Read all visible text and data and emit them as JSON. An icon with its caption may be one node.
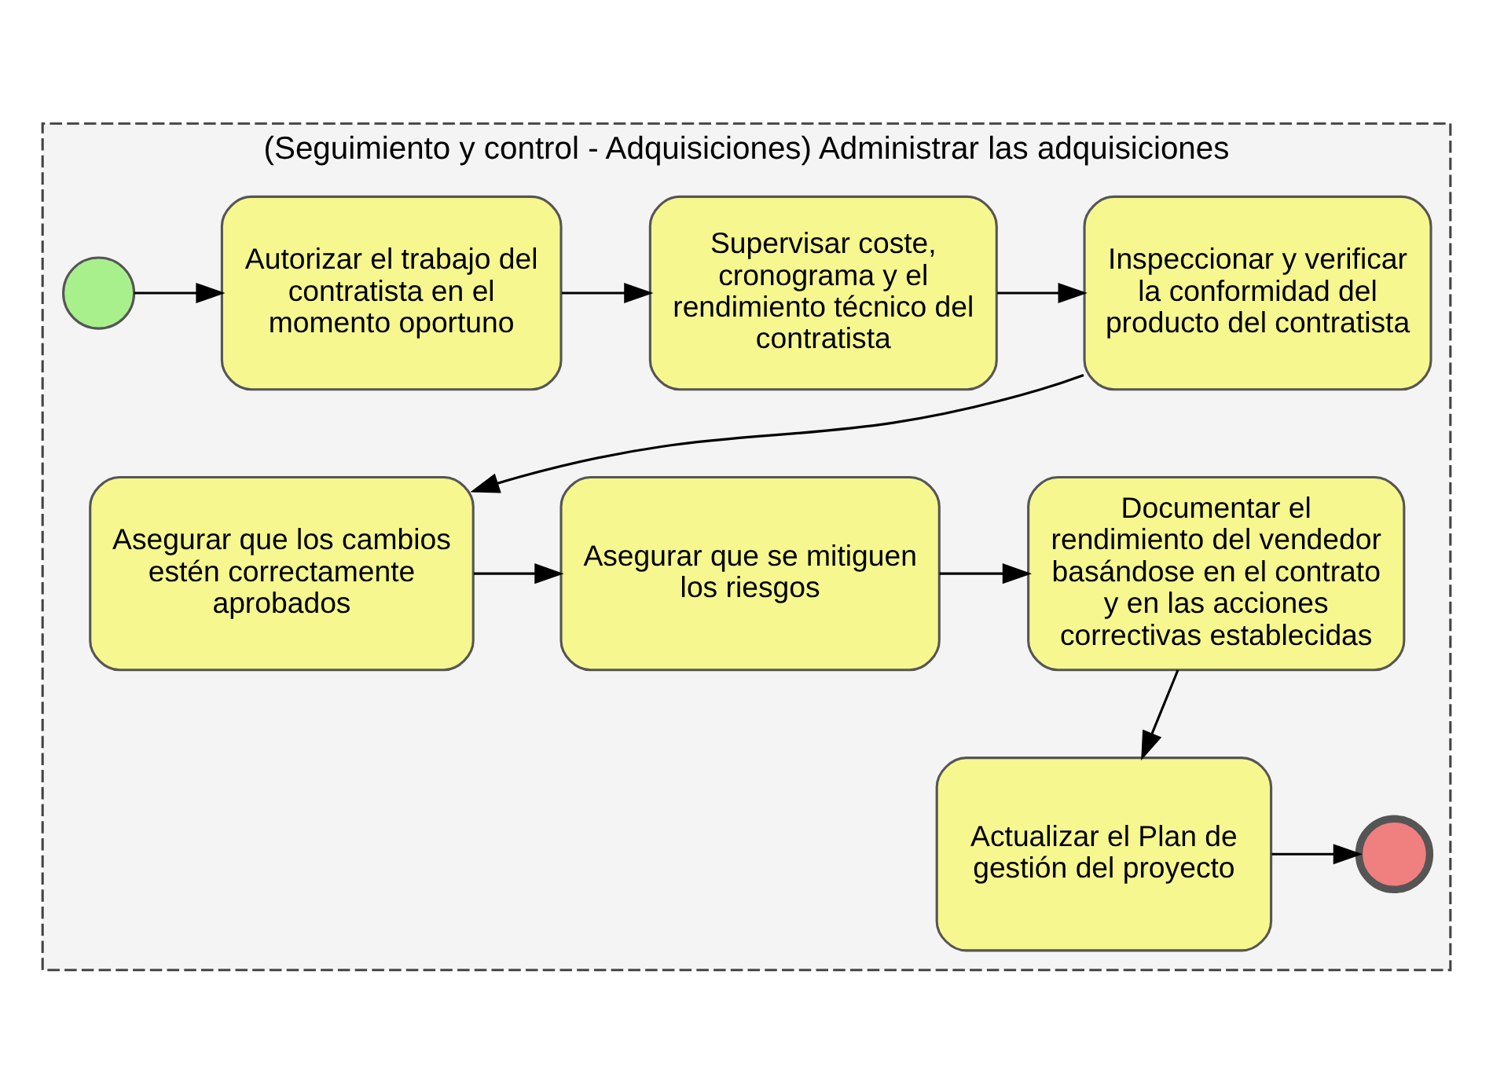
{
  "diagram": {
    "nodes": [
      {
        "text": [
          "(Seguimiento y control - Adquisiciones) Administrar las adquisiciones"
        ]
      },
      {
        "text": [],
        "shape": "circle",
        "in": 0
      },
      {
        "text": [
          "Autorizar el trabajo del contratista en el momento oportuno"
        ],
        "in": 0
      },
      {
        "text": [
          "Supervisar coste, cronograma y el rendimiento técnico del contratista"
        ],
        "in": 0
      },
      {
        "text": [
          "Inspeccionar y verificar la conformidad del producto del contratista"
        ],
        "in": 0
      },
      {
        "text": [
          "Asegurar que los cambios estén correctamente aprobados"
        ],
        "in": 0
      },
      {
        "text": [
          "Asegurar que se mitiguen los riesgos"
        ],
        "in": 0
      },
      {
        "text": [
          "Documentar el rendimiento del vendedor basándose en el contrato y en las acciones correctivas establecidas"
        ],
        "in": 0
      },
      {
        "text": [
          "Actualizar el Plan de gestión del proyecto"
        ],
        "in": 0
      },
      {
        "text": [],
        "shape": "circle",
        "in": 0
      }
    ],
    "edges": [
      {
        "from": 1,
        "to": 2,
        "arrow": "to"
      },
      {
        "from": 2,
        "to": 3,
        "arrow": "to"
      },
      {
        "from": 3,
        "to": 4,
        "arrow": "to"
      },
      {
        "from": 4,
        "to": 5,
        "arrow": "to"
      },
      {
        "from": 5,
        "to": 6,
        "arrow": "to"
      },
      {
        "from": 6,
        "to": 7,
        "arrow": "to"
      },
      {
        "from": 7,
        "to": 8,
        "arrow": "to"
      },
      {
        "from": 8,
        "to": 9,
        "arrow": "to"
      }
    ]
  }
}
